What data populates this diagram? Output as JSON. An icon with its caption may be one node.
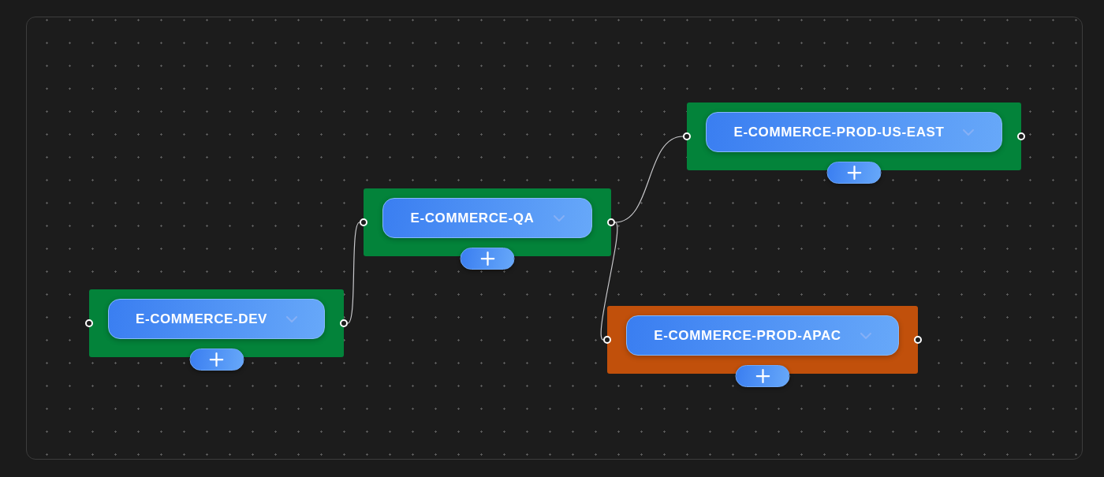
{
  "diagram": {
    "nodes": [
      {
        "text": [
          "E-COMMERCE-DEV"
        ]
      },
      {
        "text": [
          "E-COMMERCE-QA"
        ]
      },
      {
        "text": [
          "E-COMMERCE-PROD-US-EAST"
        ]
      },
      {
        "text": [
          "E-COMMERCE-PROD-APAC"
        ]
      }
    ],
    "edges": [
      {
        "from": 0,
        "to": 1,
        "arrow": "none"
      },
      {
        "from": 1,
        "to": 2,
        "arrow": "none"
      },
      {
        "from": 1,
        "to": 3,
        "arrow": "none"
      }
    ]
  }
}
